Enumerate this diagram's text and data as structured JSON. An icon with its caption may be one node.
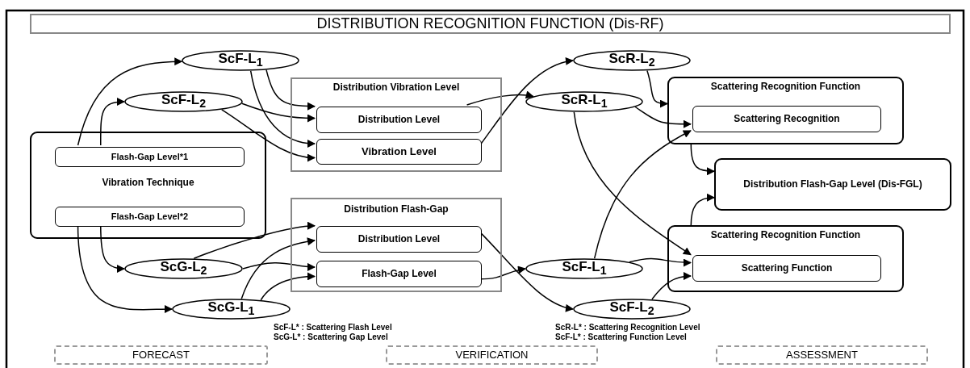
{
  "diagram": {
    "nodes": [
      {
        "text": [
          "DISTRIBUTION RECOGNITION FUNCTION (Dis-RF)"
        ]
      },
      {
        "text": [
          "ScF-L$_{1}$"
        ]
      },
      {
        "text": [
          "ScR-L$_{2}$"
        ]
      },
      {
        "text": [
          "Distribution Vibration Level"
        ]
      },
      {
        "text": [
          "Distribution Level"
        ],
        "in": 3
      },
      {
        "text": [
          "Vibration Level"
        ],
        "in": 3
      },
      {
        "text": [
          "ScF-L$_{2}$"
        ]
      },
      {
        "text": [
          "ScR-L$_{1}$"
        ]
      },
      {
        "text": [
          "Scattering Recognition Function"
        ]
      },
      {
        "text": [
          "Scattering Recognition"
        ],
        "in": 8
      },
      {
        "text": [
          "Vibration Technique"
        ]
      },
      {
        "text": [
          "Flash-Gap Level*1"
        ],
        "in": 10
      },
      {
        "text": [
          "Flash-Gap Level*2"
        ],
        "in": 10
      },
      {
        "text": [
          "Distribution Flash-Gap Level (Dis-FGL)"
        ]
      },
      {
        "text": [
          "Distribution Flash-Gap"
        ]
      },
      {
        "text": [
          "Distribution Level"
        ],
        "in": 14
      },
      {
        "text": [
          "Flash-Gap Level"
        ],
        "in": 14
      },
      {
        "text": [
          "Scattering Recognition Function"
        ]
      },
      {
        "text": [
          "Scattering Function"
        ],
        "in": 17
      },
      {
        "text": [
          "ScG-L$_{2}$"
        ]
      },
      {
        "text": [
          "ScF-L$_{1}$"
        ]
      },
      {
        "text": [
          "ScG-L$_{1}$"
        ]
      },
      {
        "text": [
          "ScF-L$_{2}$"
        ]
      },
      {
        "text": [
          "FORECAST"
        ]
      },
      {
        "text": [
          "VERIFICATION"
        ]
      },
      {
        "text": [
          "ASSESSMENT"
        ]
      }
    ],
    "edges": [
      {
        "from": 11,
        "to": 1,
        "arrow": "to"
      },
      {
        "from": 11,
        "to": 6,
        "arrow": "to"
      },
      {
        "from": 1,
        "to": 4,
        "arrow": "to"
      },
      {
        "from": 1,
        "to": 5,
        "arrow": "to"
      },
      {
        "from": 6,
        "to": 4,
        "arrow": "to"
      },
      {
        "from": 6,
        "to": 5,
        "arrow": "to"
      },
      {
        "from": 4,
        "to": 7,
        "arrow": "to"
      },
      {
        "from": 5,
        "to": 2,
        "arrow": "to"
      },
      {
        "from": 2,
        "to": 8,
        "arrow": "to"
      },
      {
        "from": 7,
        "to": 9,
        "arrow": "to"
      },
      {
        "from": 7,
        "to": 18,
        "arrow": "to"
      },
      {
        "from": 20,
        "to": 9,
        "arrow": "to"
      },
      {
        "from": 20,
        "to": 18,
        "arrow": "to"
      },
      {
        "from": 22,
        "to": 18,
        "arrow": "to"
      },
      {
        "from": 8,
        "to": 13,
        "arrow": "to"
      },
      {
        "from": 17,
        "to": 13,
        "arrow": "to"
      },
      {
        "from": 12,
        "to": 19,
        "arrow": "to"
      },
      {
        "from": 12,
        "to": 21,
        "arrow": "to"
      },
      {
        "from": 19,
        "to": 15,
        "arrow": "to"
      },
      {
        "from": 19,
        "to": 16,
        "arrow": "to"
      },
      {
        "from": 21,
        "to": 15,
        "arrow": "to"
      },
      {
        "from": 21,
        "to": 16,
        "arrow": "to"
      },
      {
        "from": 15,
        "to": 22,
        "arrow": "to"
      },
      {
        "from": 16,
        "to": 20,
        "arrow": "to"
      }
    ],
    "labels": [
      "ScF-L* : Scattering Flash Level",
      "ScG-L* : Scattering Gap Level",
      "ScR-L* : Scattering Recognition Level",
      "ScF-L* : Scattering Function Level"
    ]
  }
}
